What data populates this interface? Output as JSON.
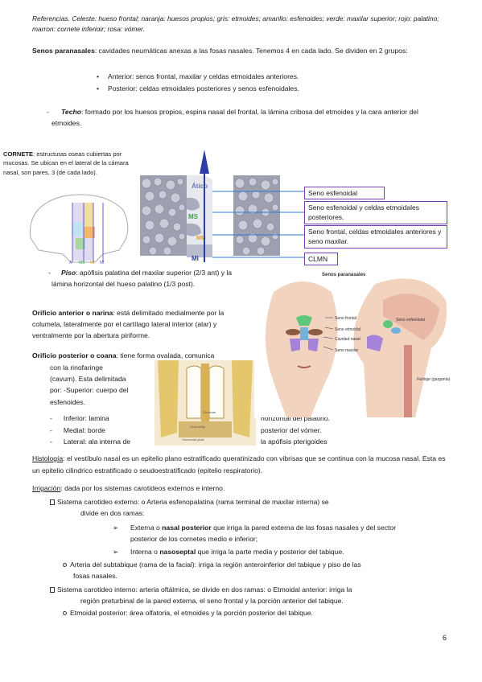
{
  "refs": "Referencias. Celeste: hueso frontal; naranja: huesos propios; gris: etmoides; amarillo: esfenoides; verde: maxilar superior; rojo: palatino; marron: cornete inferioir; rosa: vómer.",
  "senos": {
    "title": "Senos paranasales",
    "text": ": cavidades neumáticas anexas a las fosas nasales. Tenemos 4 en cada lado. Se dividen en 2 grupos:",
    "items": [
      "Anterior: senos frontal, maxilar y celdas etmoidales anteriores.",
      "Posterior: celdas etmoidales posteriores y senos esfenoidales."
    ]
  },
  "techo": {
    "label": "Techo",
    "text": ": formado por los huesos propios, espina nasal del frontal, la lámina cribosa del etmoides y la cara anterior del etmoides."
  },
  "cornete": {
    "label": "CORNETE",
    "text": ": estructuras oseas cubiertas  por mucosas. Se ubican en el lateral de la cámara nasal, son pares, 3 (de cada lado)."
  },
  "skull_labels": [
    "A",
    "MS",
    "MI",
    "MI"
  ],
  "meatus_labels": [
    "Ático",
    "MS",
    "MM",
    "MI"
  ],
  "boxes": [
    "Seno esfenoidal",
    "Seno esfenoidal y celdas etmoidales posteriores.",
    "Seno frontal, celdas etmoidales anteriores y seno maxilar.",
    "CLMN"
  ],
  "piso": {
    "label": "Piso",
    "text": ": apófisis palatina del maxilar superior (2/3 ant) y la lámina horizontal del hueso palatino (1/3 post)."
  },
  "orificio_anterior": {
    "label": "Orificio anterior o narina",
    "text": ": está delimitado medialmente por la columela, lateralmente por el cartílago lateral interior (alar) y ventralmente por la abertura piriforme."
  },
  "orificio_posterior": {
    "label": "Orificio posterior o coana",
    "text": ": tiene forma ovalada, comunica con la rinofaringe (cavum).  Esta delimitada por: -Superior: cuerpo del esfenoides.",
    "lines": [
      "con la rinofaringe",
      "(cavum).  Esta delimitada",
      "por: -Superior: cuerpo del",
      "esfenoides."
    ],
    "bullets": [
      {
        "left": "Inferior: lamina",
        "right": "horizontal del palatino."
      },
      {
        "left": "Medial: borde",
        "right": "posterior del vómer."
      },
      {
        "left": "Lateral: ala interna de",
        "right": "la apófisis pterigoides"
      }
    ]
  },
  "coana_labels": [
    "Choanae",
    "Oral cavity",
    "Horizontal plate"
  ],
  "senos_figure": {
    "title": "Senos paranasales",
    "labels": [
      "Seno frontal",
      "Seno etmoidal",
      "Cavidad nasal",
      "Seno maxilar",
      "Seno esfenoidal",
      "Faringe\n(garganta)"
    ]
  },
  "histologia": {
    "label": "Histología",
    "text": ": el vestíbulo nasal es un epitelio plano estratificado queratinizado con vibrisas que se continua con la mucosa nasal. Esta es un epitelio cilindrico estratificado o seudoestratificado (epitelio respiratorio)."
  },
  "irrigacion": {
    "label": "Irrigación",
    "text": ": dada por los sistemas carotideos externos e interno.",
    "ext_line": "Sistema carotideo externo: o  Arteria esfenopalatina (rama terminal de maxilar interna) se",
    "ext_line2": "divide en dos ramas:",
    "arrow1_pre": "Externa o ",
    "arrow1_b": "nasal posterior",
    "arrow1_post": " que irriga la pared externa de las fosas nasales y del sector",
    "arrow1_line2": "posterior de los cornetes medio e inferior;",
    "arrow2_pre": "Interna o ",
    "arrow2_b": "nasoseptal",
    "arrow2_post": " que irriga la parte media y posterior del tabique.",
    "subtabique": "Arteria del subtabique (rama de la facial): irriga la región anteroinferior del tabique y piso de las",
    "subtabique2": "fosas nasales.",
    "int_line": "Sistema carotideo interno: arteria oftálmica, se divide en dos ramas: o  Etmoidal anterior: irriga la",
    "int_line2": "región preturbinal de la pared externa, el seno frontal y la porción anterior del tabique.",
    "etm_post": "Etmoidal posterior: área olfatoria, el etmoides y la porción posterior del tabique."
  },
  "page_number": "6",
  "colors": {
    "accent_box": "#7a3fb8",
    "line": "#2b7bd1",
    "green": "#3aa64a",
    "purple": "#5b4bb0"
  }
}
